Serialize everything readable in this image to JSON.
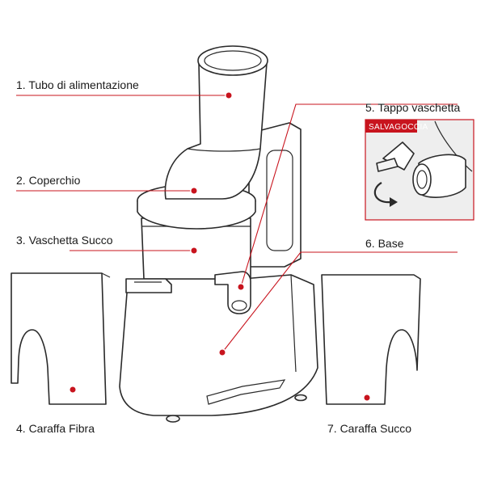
{
  "labels": {
    "feed_tube": "1. Tubo di alimentazione",
    "lid": "2. Coperchio",
    "juice_bowl": "3. Vaschetta Succo",
    "fiber_jug": "4. Caraffa Fibra",
    "bowl_cap": "5. Tappo vaschetta",
    "base": "6. Base",
    "juice_jug": "7. Caraffa Succo"
  },
  "inset": {
    "tag": "SALVAGOCCIA"
  },
  "colors": {
    "accent": "#c8141e",
    "outline": "#2a2a2a",
    "inset_background": "#eeeeee"
  }
}
